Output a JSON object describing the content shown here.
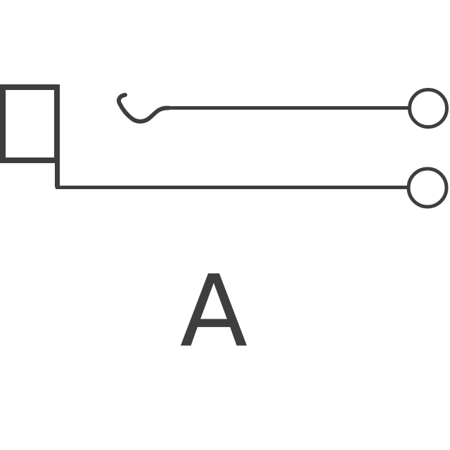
{
  "diagram": {
    "type": "switch-schematic",
    "label": "A",
    "stroke_color": "#3e3e40",
    "background_color": "#ffffff",
    "components": {
      "switch_body": "square outline at upper left",
      "lever": "curved actuator hook on upper pole line",
      "upper_terminal": "open circle terminal, upper right",
      "lower_terminal": "open circle terminal, lower right"
    }
  }
}
